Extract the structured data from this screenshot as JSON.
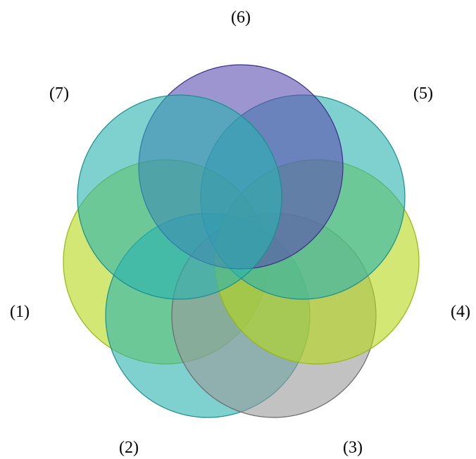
{
  "diagram": {
    "type": "venn",
    "sets": [
      {
        "label": "(1)",
        "fill": "#b5d817",
        "stroke": "#93b90e",
        "opacity": 0.6
      },
      {
        "label": "(2)",
        "fill": "#2ab2b0",
        "stroke": "#1a8f8d",
        "opacity": 0.6
      },
      {
        "label": "(3)",
        "fill": "#9a9a9a",
        "stroke": "#6a6a6a",
        "opacity": 0.6
      },
      {
        "label": "(4)",
        "fill": "#b5d817",
        "stroke": "#93b90e",
        "opacity": 0.6
      },
      {
        "label": "(5)",
        "fill": "#2ab2b0",
        "stroke": "#1a8f8d",
        "opacity": 0.6
      },
      {
        "label": "(6)",
        "fill": "#5b4fb0",
        "stroke": "#3a2f8a",
        "opacity": 0.6
      },
      {
        "label": "(7)",
        "fill": "#2ab2b0",
        "stroke": "#1a8f8d",
        "opacity": 0.6
      }
    ]
  }
}
